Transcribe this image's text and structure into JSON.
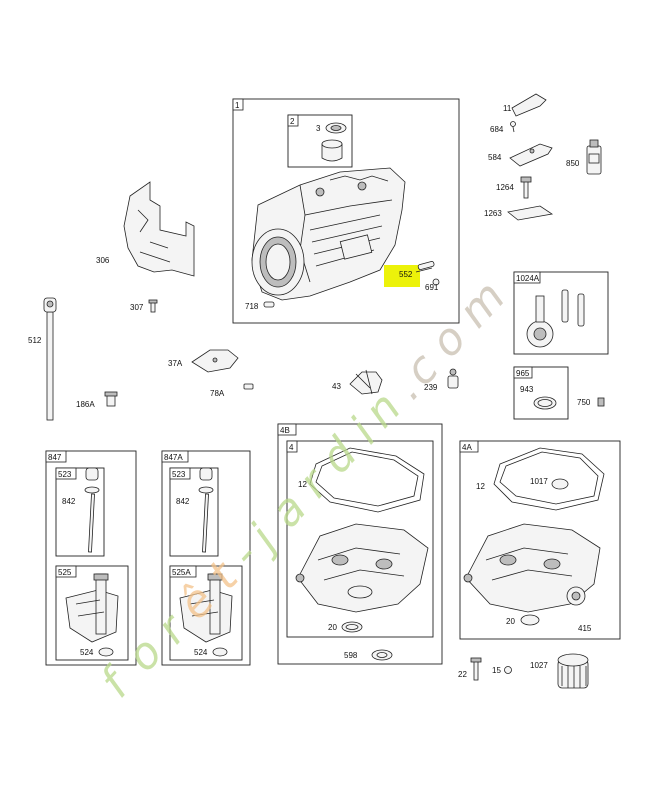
{
  "colors": {
    "highlight": "#ecf20a",
    "watermark_green": "#b9d98a",
    "watermark_orange": "#f3c28a",
    "watermark_grey": "#c9bfb1",
    "ink": "#222222"
  },
  "watermark": {
    "text": "forêt-jardin.com"
  },
  "boxes": {
    "b1": "1",
    "b2": "2",
    "b1024a": "1024A",
    "b965": "965",
    "b847": "847",
    "b523": "523",
    "b525": "525",
    "b847a": "847A",
    "b523b": "523",
    "b525a": "525A",
    "b4b": "4B",
    "b4": "4",
    "b4a": "4A"
  },
  "parts": {
    "p3": "3",
    "p552": "552",
    "p691": "691",
    "p718": "718",
    "p11": "11",
    "p684": "684",
    "p584": "584",
    "p850": "850",
    "p1264": "1264",
    "p1263": "1263",
    "p306": "306",
    "p307": "307",
    "p512": "512",
    "p186a": "186A",
    "p37a": "37A",
    "p78a": "78A",
    "p43": "43",
    "p239": "239",
    "p943": "943",
    "p750": "750",
    "p842a": "842",
    "p524a": "524",
    "p842b": "842",
    "p524b": "524",
    "p12a": "12",
    "p20a": "20",
    "p598": "598",
    "p12b": "12",
    "p1017": "1017",
    "p20b": "20",
    "p415": "415",
    "p22": "22",
    "p15": "15",
    "p1027": "1027"
  }
}
